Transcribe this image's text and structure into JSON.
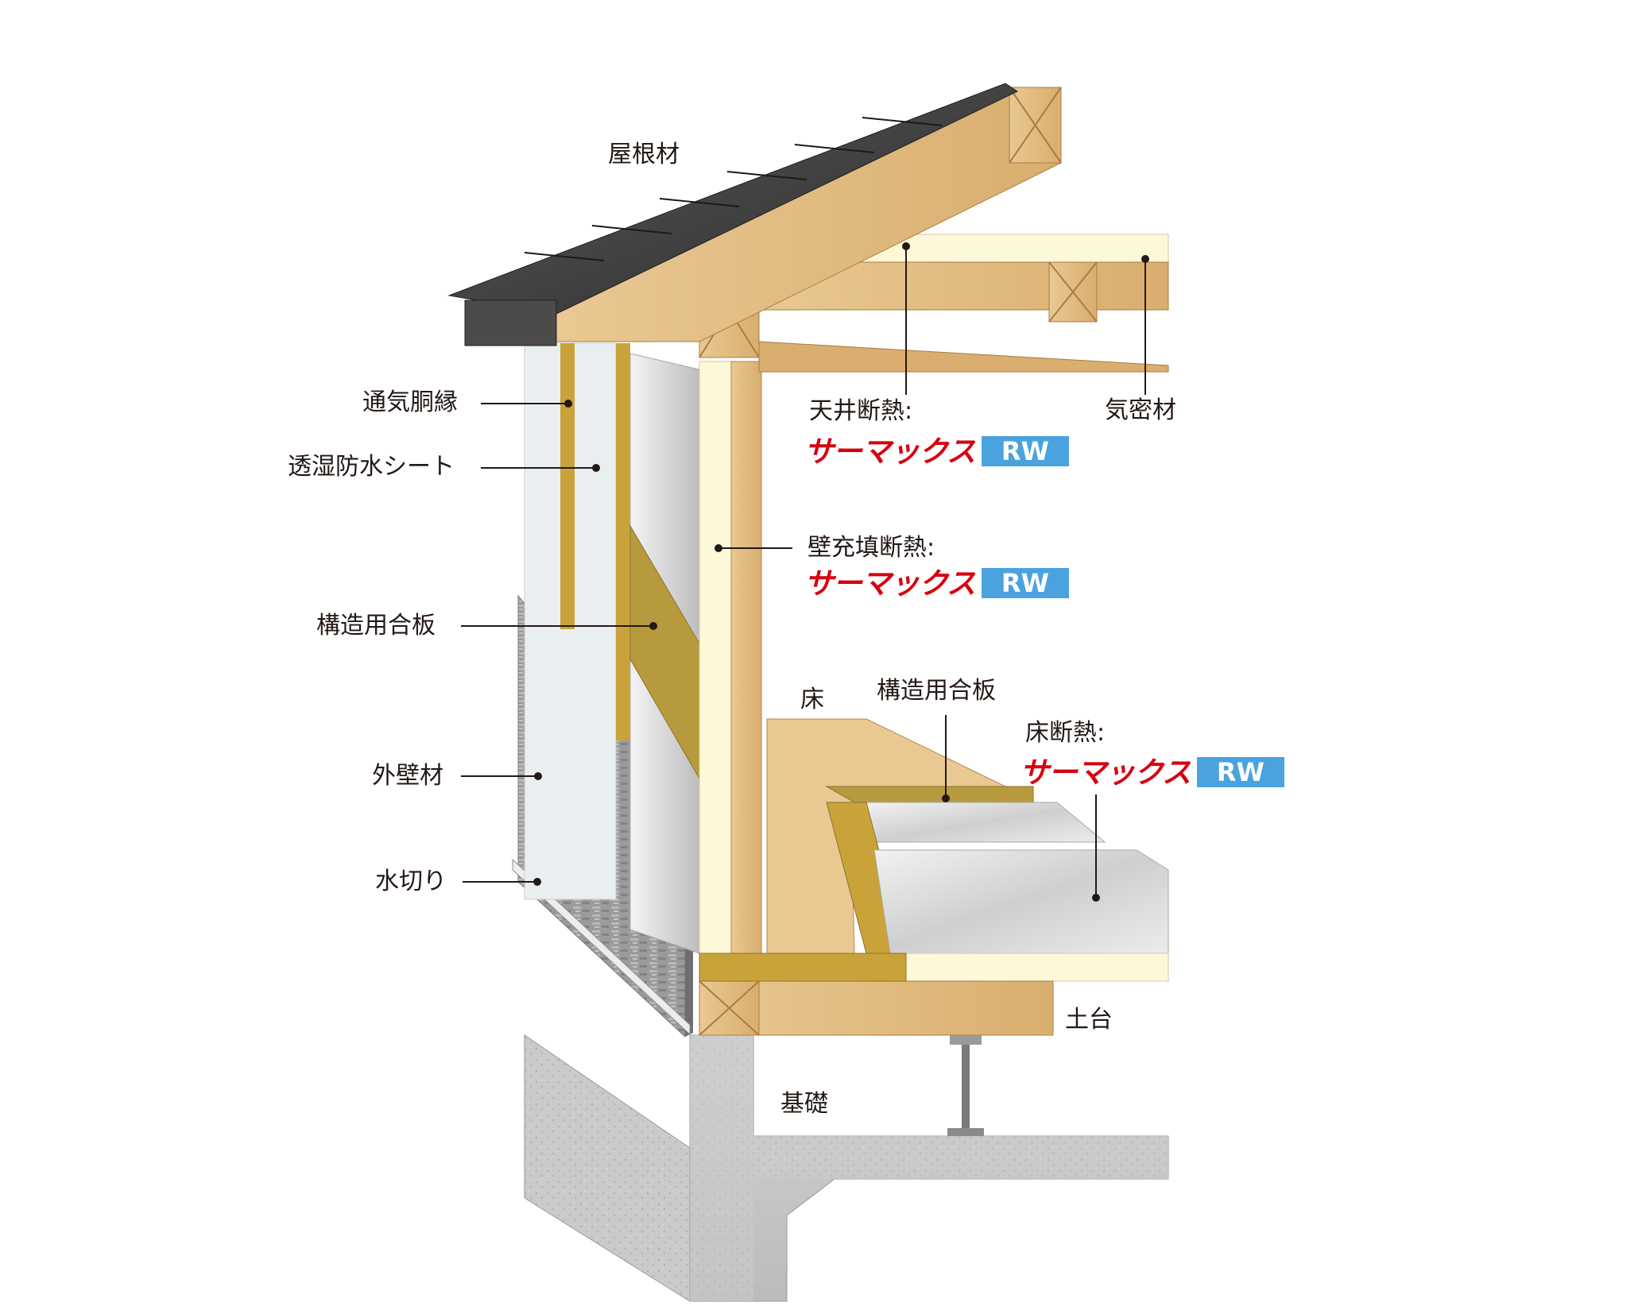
{
  "labels": {
    "roof": "屋根材",
    "vent_furring": "通気胴縁",
    "moisture_sheet": "透湿防水シート",
    "structural_plywood_wall": "構造用合板",
    "exterior_wall": "外壁材",
    "flashing": "水切り",
    "ceiling_insulation": "天井断熱:",
    "airtight": "気密材",
    "wall_insulation": "壁充填断熱:",
    "floor": "床",
    "structural_plywood_floor": "構造用合板",
    "floor_insulation": "床断熱:",
    "sill": "土台",
    "foundation": "基礎"
  },
  "brand": {
    "name": "サーマックス",
    "badge": "RW"
  },
  "colors": {
    "brand_red": "#d7000f",
    "badge_blue": "#4aa3df",
    "text": "#231815",
    "leader": "#231815",
    "wood": "#e5c08a",
    "wood_dark": "#c49459",
    "roof": "#3a3a3a",
    "concrete": "#c9c9c9",
    "insulation": "#fdf8d8",
    "gold_trim": "#c9a33a",
    "silver": "#d9d9d9"
  }
}
